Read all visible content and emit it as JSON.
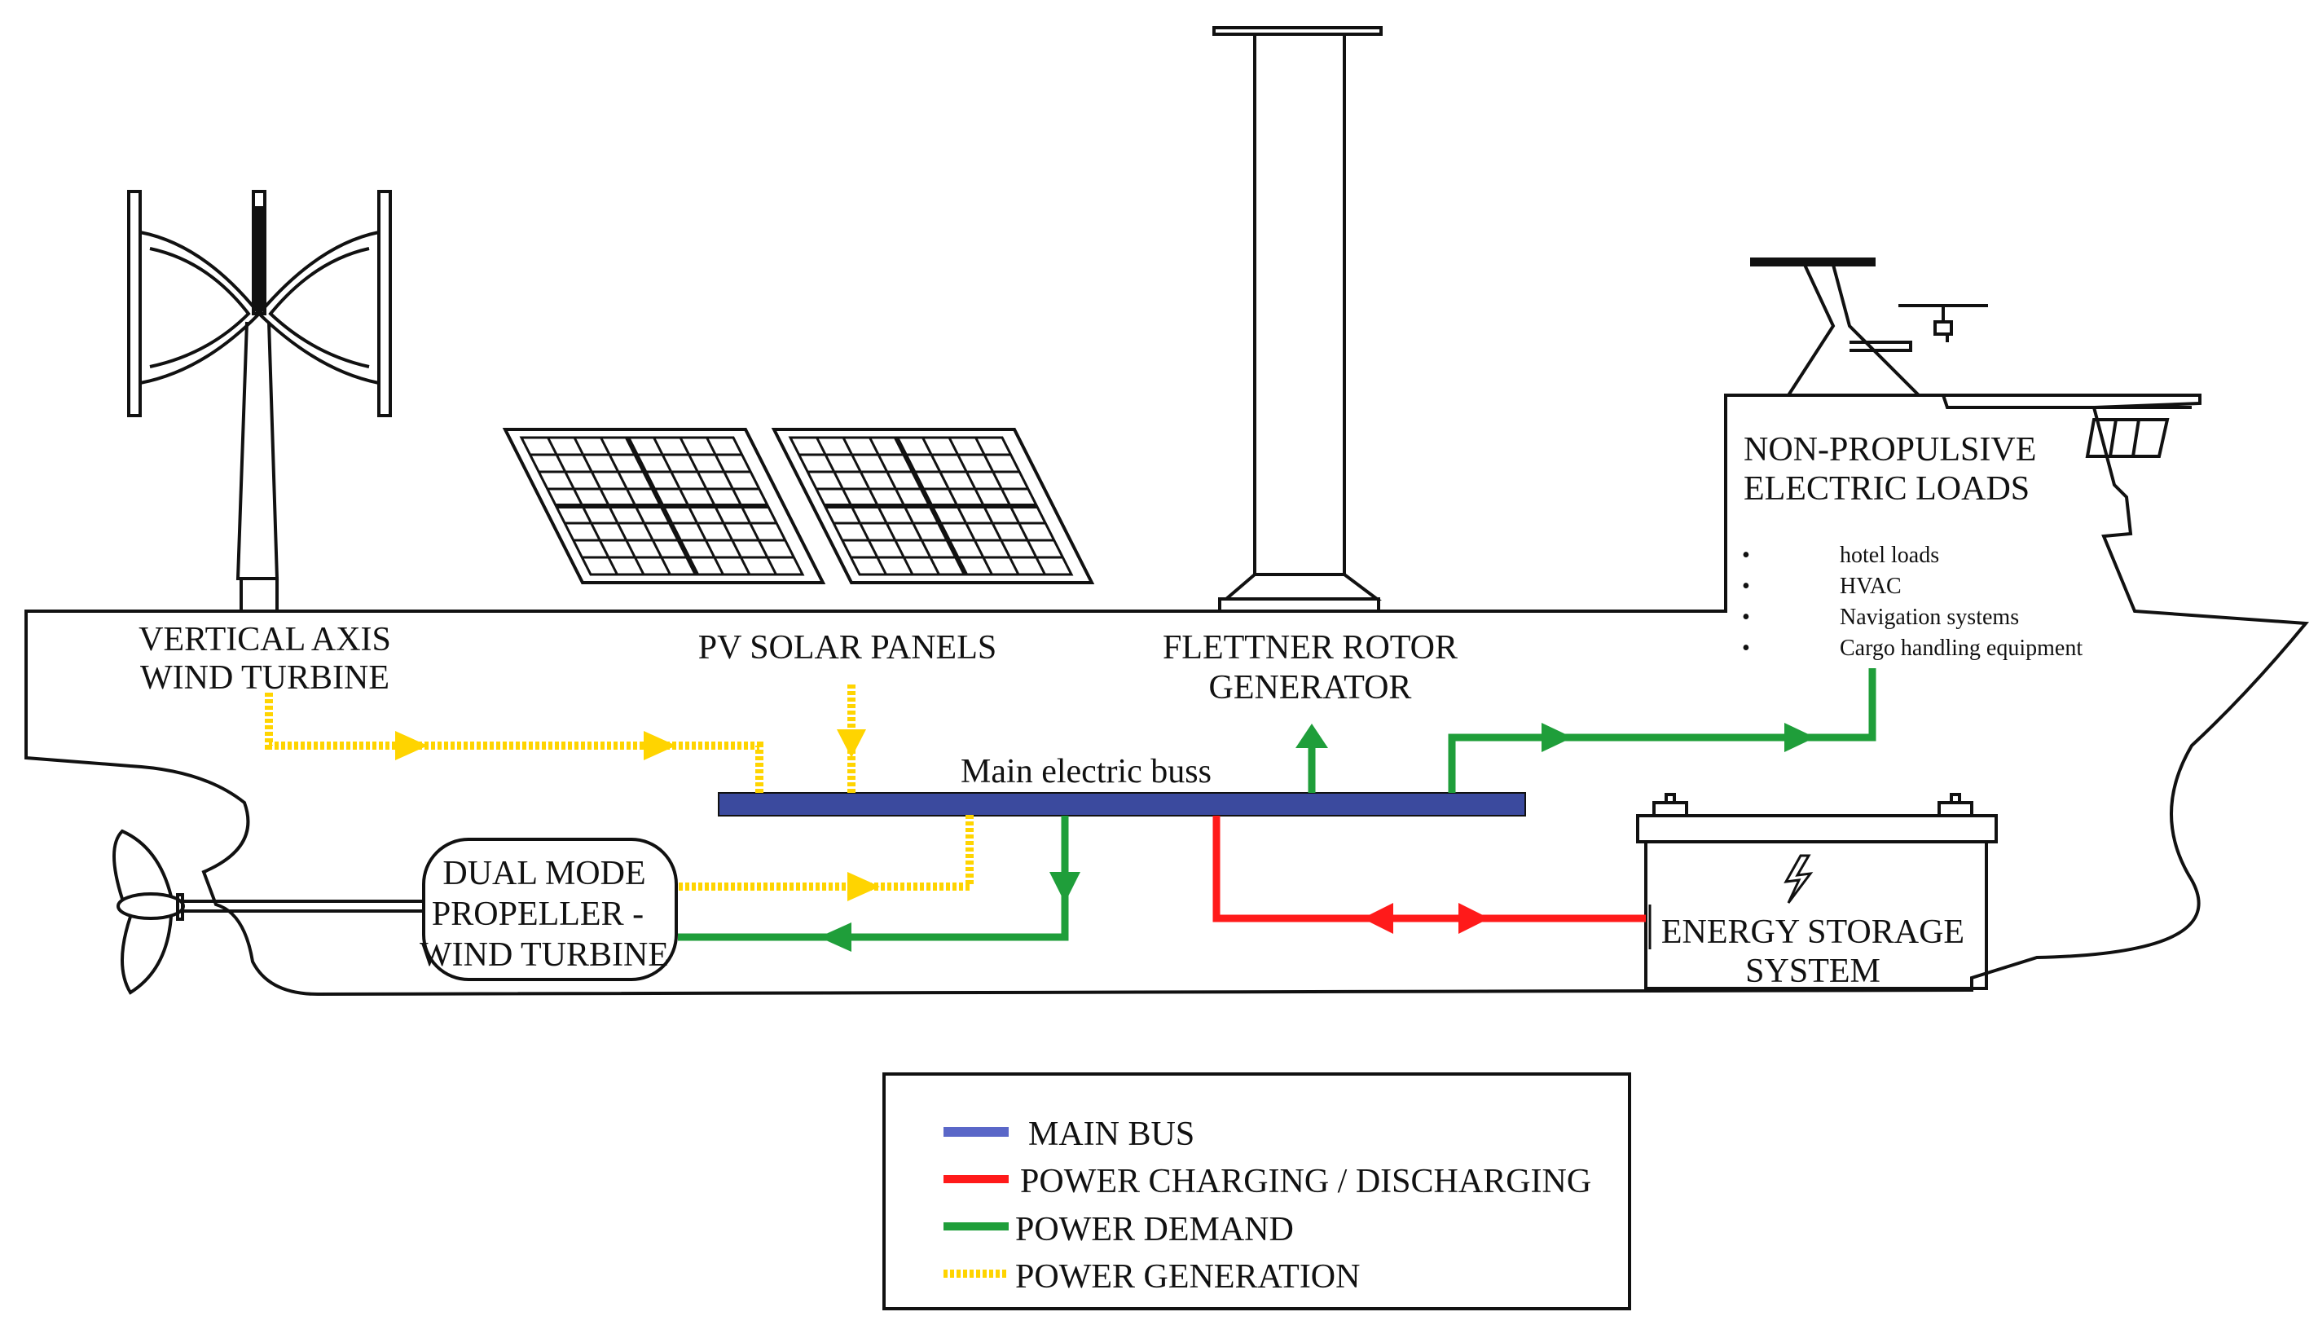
{
  "labels": {
    "vawt_line1": "VERTICAL AXIS",
    "vawt_line2": "WIND TURBINE",
    "pv": "PV SOLAR PANELS",
    "flettner_line1": "FLETTNER ROTOR",
    "flettner_line2": "GENERATOR",
    "bus": "Main electric buss",
    "nonprop_line1": "NON-PROPULSIVE",
    "nonprop_line2": "ELECTRIC LOADS",
    "dual_line1": "DUAL MODE",
    "dual_line2": "PROPELLER  -",
    "dual_line3": "WIND TURBINE",
    "ess_line1": "ENERGY STORAGE",
    "ess_line2": "SYSTEM"
  },
  "load_items": [
    "hotel loads",
    "HVAC",
    "Navigation systems",
    "Cargo handling equipment"
  ],
  "bullet": "•",
  "legend": [
    {
      "label": "MAIN BUS",
      "color": "#5a67c8"
    },
    {
      "label": "POWER CHARGING / DISCHARGING",
      "color": "#ff1a1a"
    },
    {
      "label": "POWER DEMAND",
      "color": "#1f9e3a"
    },
    {
      "label": "POWER GENERATION",
      "color": "#ffd400"
    }
  ],
  "colors": {
    "bus": "#3b4a9e",
    "charging": "#ff1a1a",
    "demand": "#1f9e3a",
    "generation": "#ffd400",
    "outline": "#111111"
  }
}
